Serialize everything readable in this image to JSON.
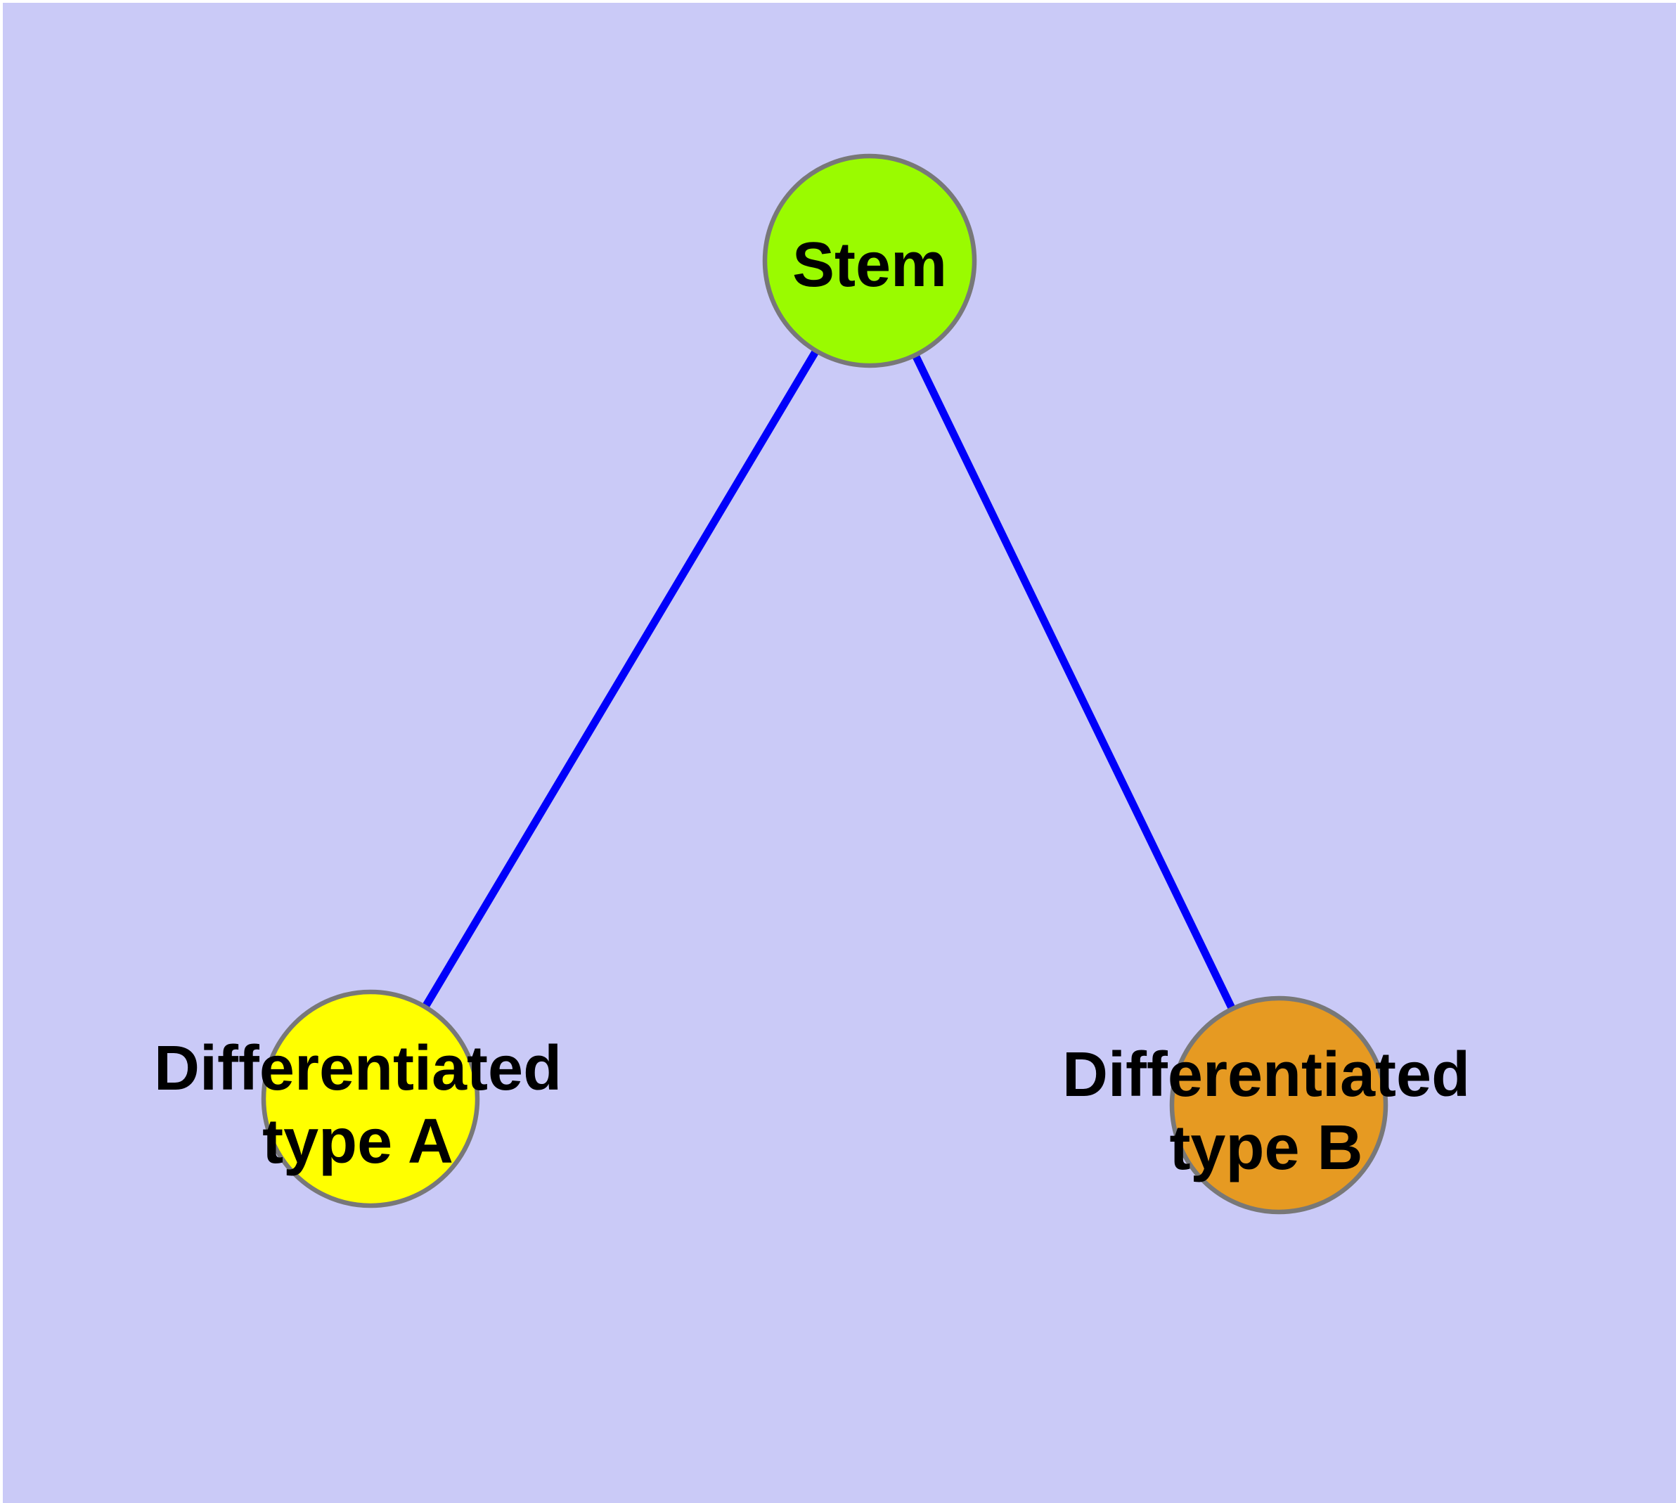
{
  "diagram": {
    "type": "graph",
    "background_color": "#CACAF7",
    "outer_margin_color": "#FFFFFF",
    "edge_color": "#0000FA",
    "node_border_color": "#787878",
    "text_color": "#000000",
    "nodes": [
      {
        "id": "stem",
        "label": "Stem",
        "fill": "#9AFB00"
      },
      {
        "id": "differentiated-type-a",
        "label_line1": "Differentiated",
        "label_line2": "type A",
        "fill": "#FFFF00"
      },
      {
        "id": "differentiated-type-b",
        "label_line1": "Differentiated",
        "label_line2": "type B",
        "fill": "#E69A22"
      }
    ],
    "edges": [
      {
        "from": "Stem",
        "to": "Differentiated type A"
      },
      {
        "from": "Stem",
        "to": "Differentiated type B"
      }
    ]
  }
}
